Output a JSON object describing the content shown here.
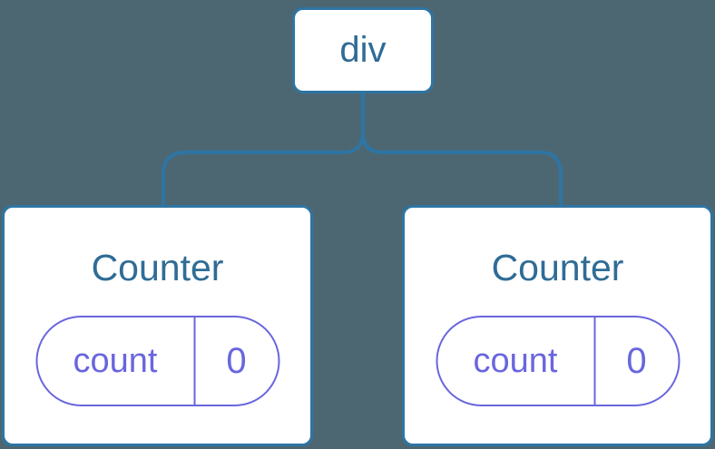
{
  "colors": {
    "bg": "#4C6772",
    "line": "#2E75A4",
    "title": "#2F6C96",
    "purple": "#6A66DE",
    "nodebg": "#FFFFFF"
  },
  "tree": {
    "root": {
      "label": "div"
    },
    "children": [
      {
        "title": "Counter",
        "state": {
          "key": "count",
          "value": "0"
        }
      },
      {
        "title": "Counter",
        "state": {
          "key": "count",
          "value": "0"
        }
      }
    ]
  }
}
